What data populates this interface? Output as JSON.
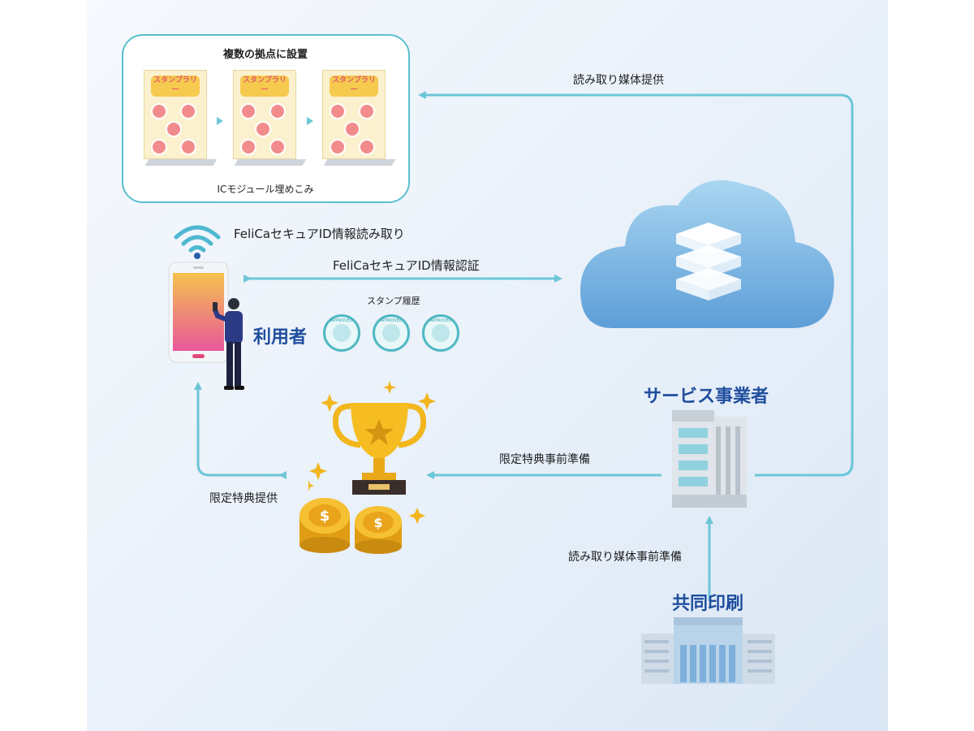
{
  "stand_box": {
    "title": "複数の拠点に設置",
    "caption": "ICモジュール埋めこみ",
    "poster_title": "スタンプラリー"
  },
  "labels": {
    "read_media_provide": "読み取り媒体提供",
    "felica_read": "FeliCaセキュアID情報読み取り",
    "felica_auth": "FeliCaセキュアID情報認証",
    "stamp_history": "スタンプ履歴",
    "user": "利用者",
    "service_provider": "サービス事業者",
    "limited_prep": "限定特典事前準備",
    "limited_provide": "限定特典提供",
    "read_media_prep": "読み取り媒体事前準備",
    "kyodo": "共同印刷"
  },
  "stamps": [
    "APPROVED",
    "APPROVED",
    "APPROVED"
  ],
  "colors": {
    "arrow": "#6cc6d8",
    "accent_text": "#1f4e9e",
    "cloud": "#7db7e3"
  }
}
